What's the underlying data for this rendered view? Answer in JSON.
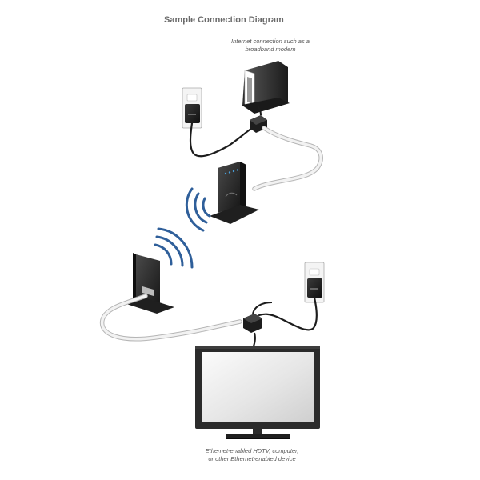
{
  "title": "Sample Connection Diagram",
  "captions": {
    "modem": {
      "line1": "Internet connection such as a",
      "line2": "broadband modem"
    },
    "tv": {
      "line1": "Ethernet-enabled HDTV, computer,",
      "line2": "or other Ethernet-enabled device"
    }
  },
  "colors": {
    "device_dark": "#2b2b2b",
    "device_black": "#1a1a1a",
    "outlet_plate": "#f4f4f4",
    "cable_white": "#e6e6e6",
    "cable_black": "#1c1c1c",
    "wifi_blue": "#2f5f9a",
    "led_blue": "#4a9fd8",
    "screen_light": "#eeeeee",
    "title_gray": "#6a6a6a"
  }
}
